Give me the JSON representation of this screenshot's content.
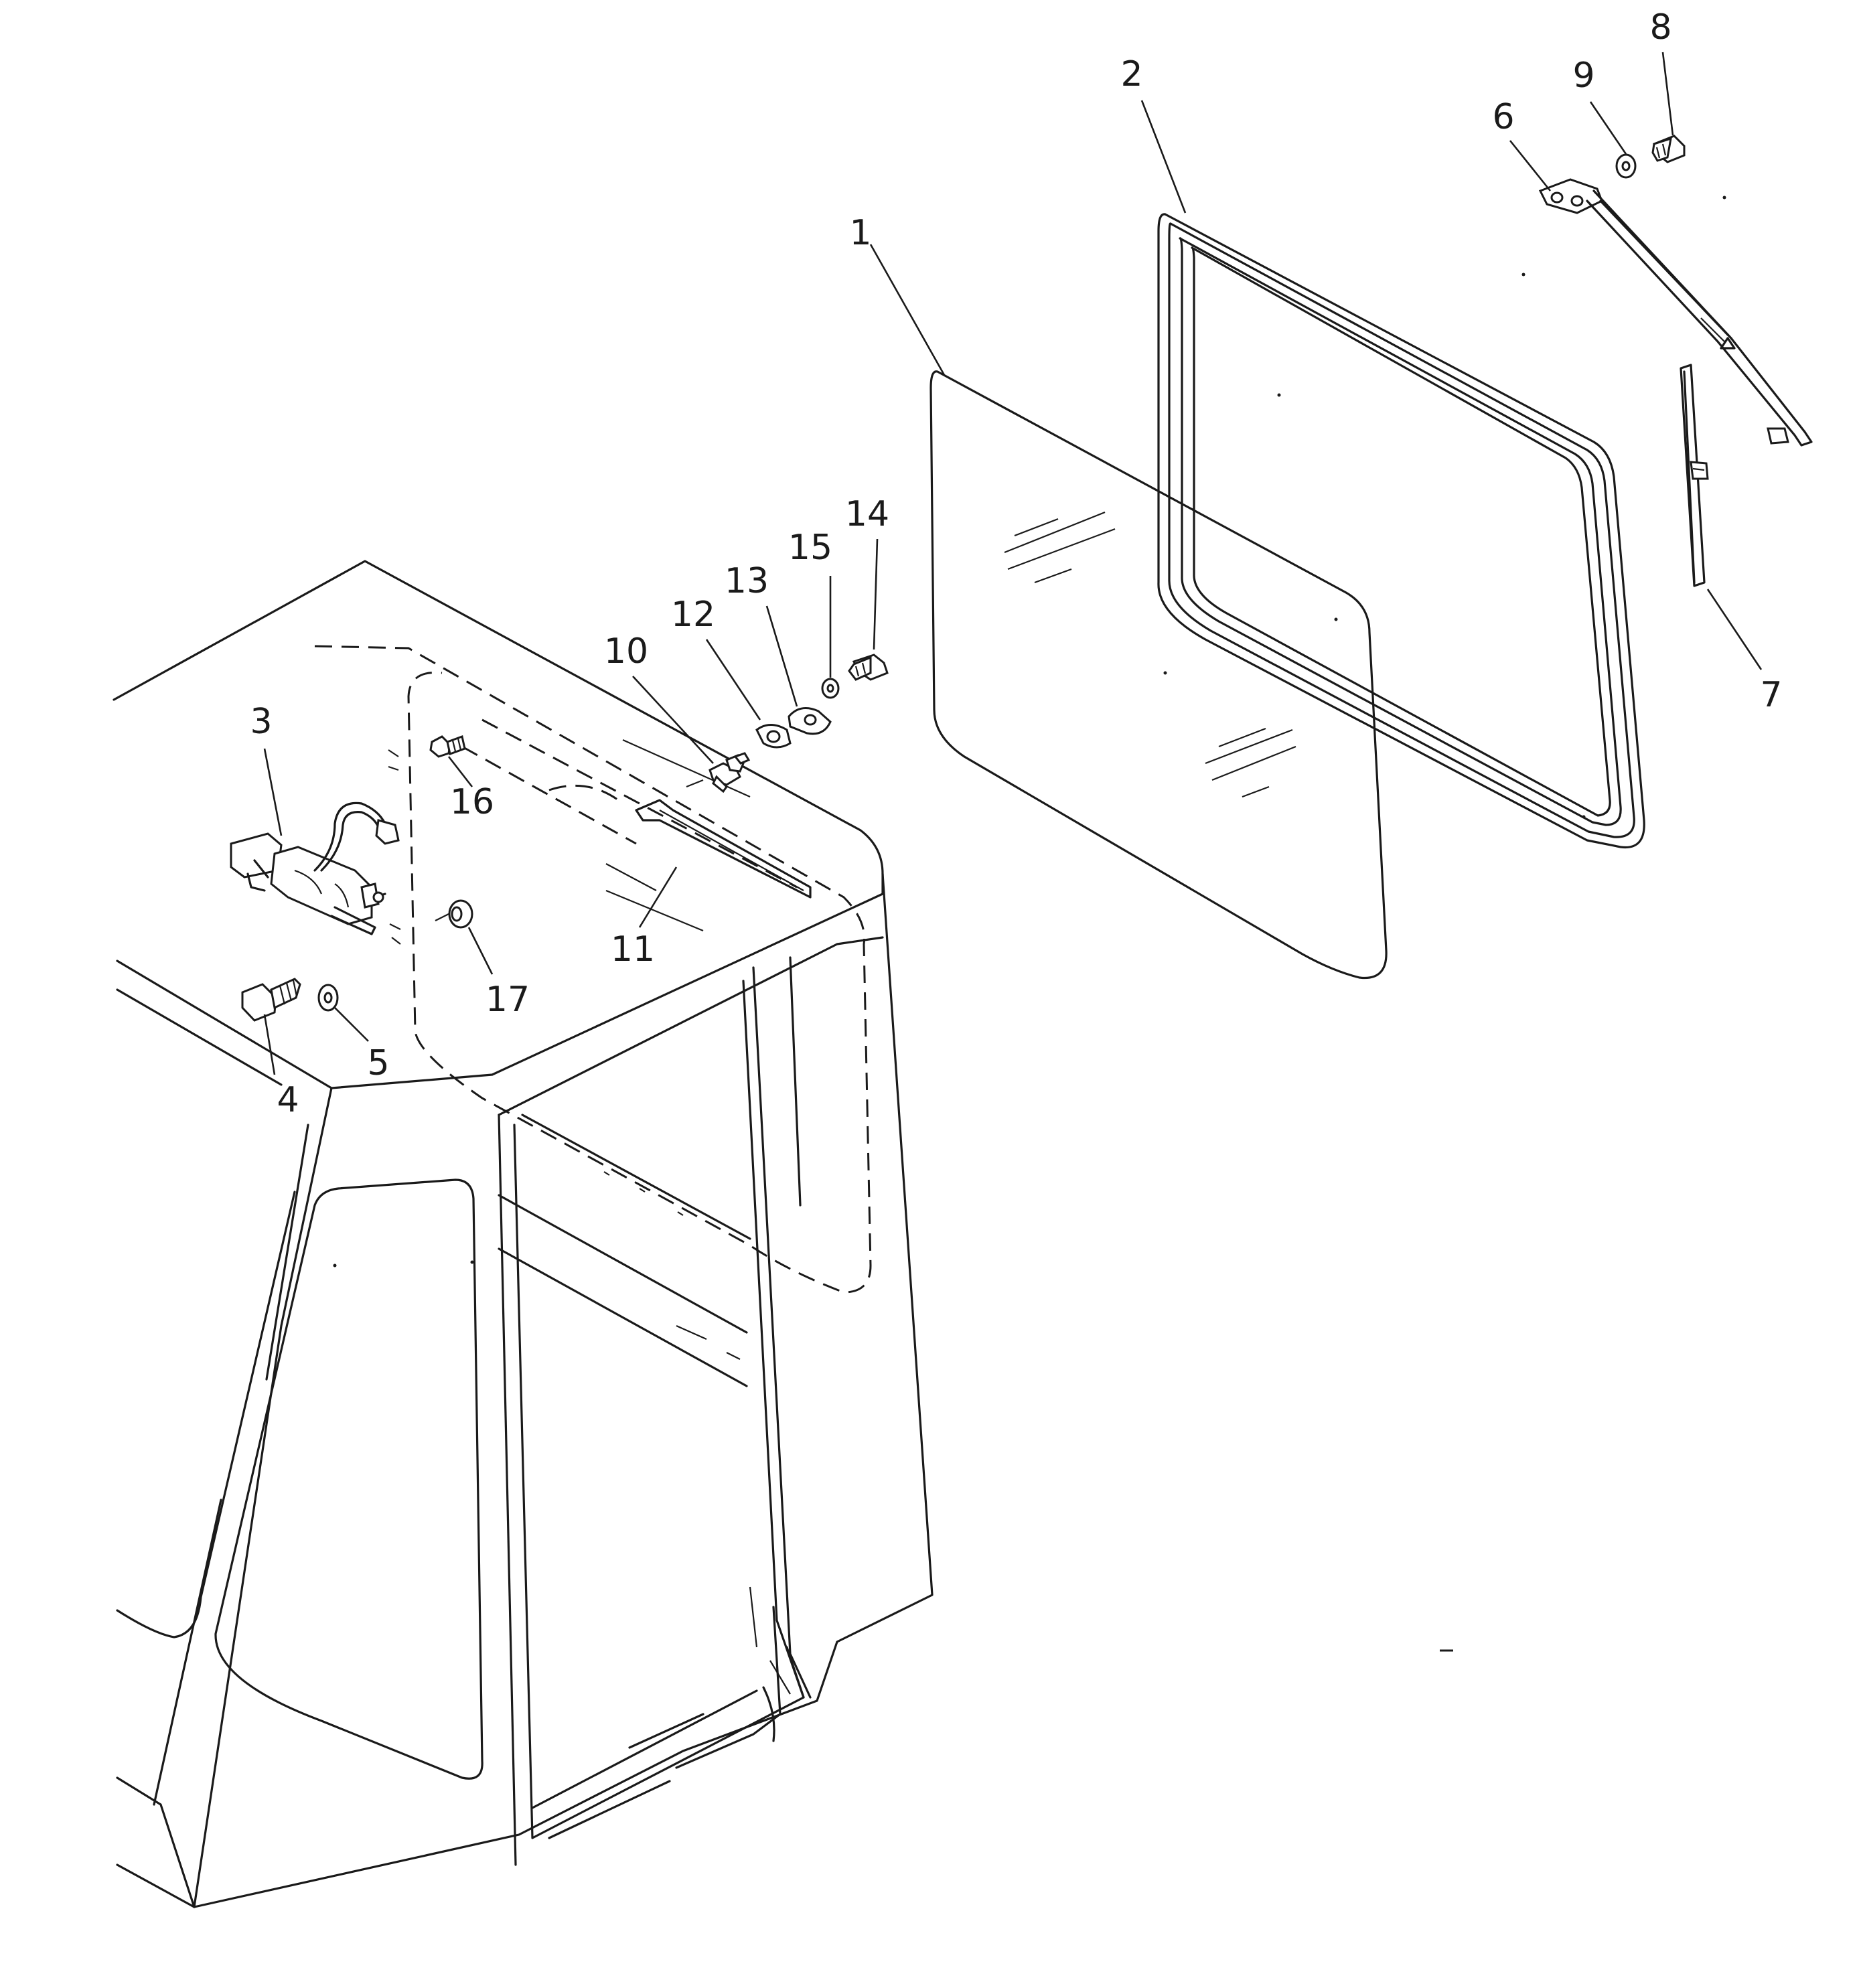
{
  "diagram": {
    "callouts": [
      {
        "number": "1",
        "part": "window-glass"
      },
      {
        "number": "2",
        "part": "window-seal"
      },
      {
        "number": "3",
        "part": "wiper-motor"
      },
      {
        "number": "4",
        "part": "bolt"
      },
      {
        "number": "5",
        "part": "washer"
      },
      {
        "number": "6",
        "part": "wiper-arm"
      },
      {
        "number": "7",
        "part": "wiper-blade"
      },
      {
        "number": "8",
        "part": "bolt"
      },
      {
        "number": "9",
        "part": "washer"
      },
      {
        "number": "10",
        "part": "pivot-shaft"
      },
      {
        "number": "11",
        "part": "link-rod"
      },
      {
        "number": "12",
        "part": "gasket"
      },
      {
        "number": "13",
        "part": "plate"
      },
      {
        "number": "14",
        "part": "bolt"
      },
      {
        "number": "15",
        "part": "washer"
      },
      {
        "number": "16",
        "part": "bolt"
      },
      {
        "number": "17",
        "part": "cushion"
      }
    ]
  }
}
